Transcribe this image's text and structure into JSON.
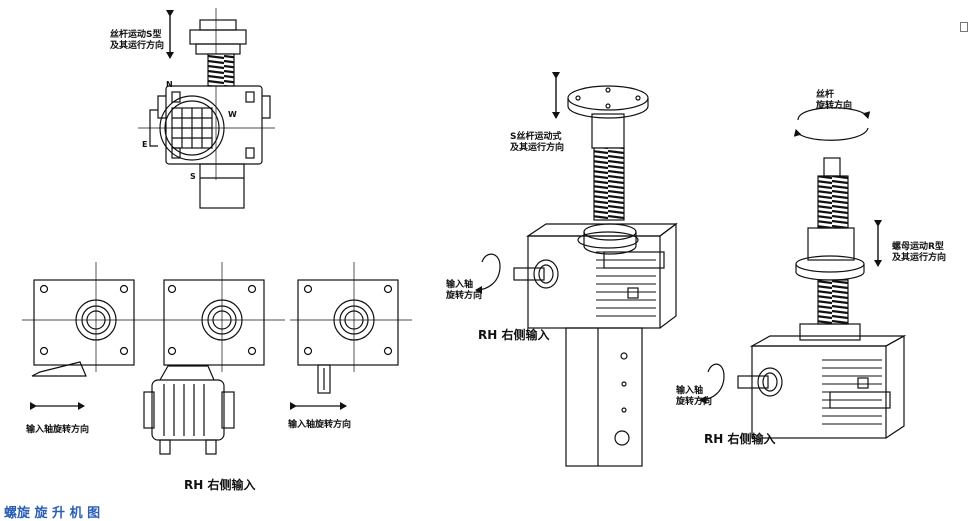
{
  "top_left": {
    "screw_motion_label_1": "丝杆运动S型",
    "screw_motion_label_2": "及其运行方向",
    "dir_n": "N",
    "dir_e": "E",
    "dir_w": "W",
    "dir_s": "S"
  },
  "plan_views": {
    "input_rotation_left": "输入轴旋转方向",
    "input_rotation_right": "输入轴旋转方向",
    "rh_label": "RH  右侧输入"
  },
  "middle_assembly": {
    "s_screw_label_1": "S丝杆运动式",
    "s_screw_label_2": "及其运行方向",
    "input_shaft_label_1": "输入轴",
    "input_shaft_label_2": "旋转方向",
    "rh_label": "RH  右侧输入"
  },
  "right_assembly": {
    "screw_rotation_label_1": "丝杆",
    "screw_rotation_label_2": "旋转方向",
    "nut_motion_label_1": "螺母运动R型",
    "nut_motion_label_2": "及其运行方向",
    "input_shaft_label_1": "输入轴",
    "input_shaft_label_2": "旋转方向",
    "rh_label": "RH  右侧输入"
  },
  "footer_text": "螺旋 旋 升 机 图"
}
